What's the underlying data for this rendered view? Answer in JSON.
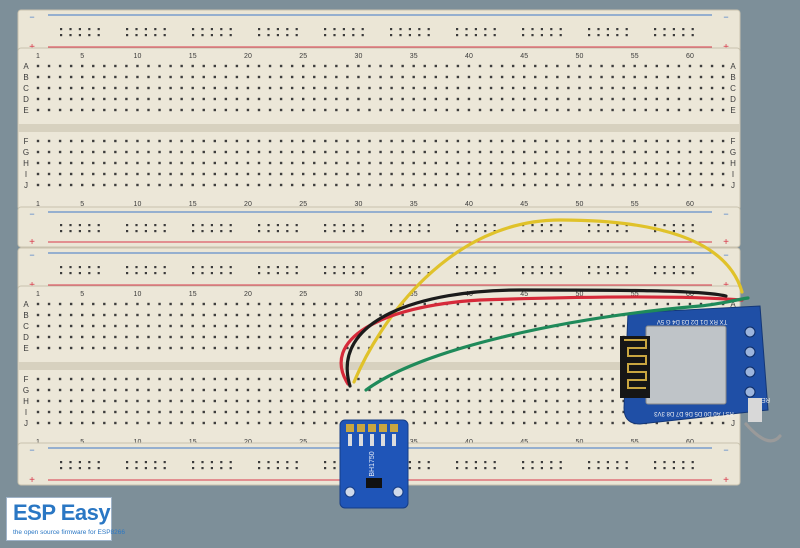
{
  "breadboard": {
    "column_numbers": [
      "1",
      "5",
      "10",
      "15",
      "20",
      "25",
      "30",
      "35",
      "40",
      "45",
      "50",
      "55",
      "60"
    ],
    "rows_top": [
      "A",
      "B",
      "C",
      "D",
      "E"
    ],
    "rows_bottom": [
      "F",
      "G",
      "H",
      "I",
      "J"
    ],
    "rail_minus": "−",
    "rail_plus": "+",
    "rail_blue": "#3f78c8",
    "rail_red": "#d8384a"
  },
  "sensor": {
    "label": "BH1750"
  },
  "module": {
    "pin_labels_top": "TX RX D1 D2 D3 D4 G 5V",
    "pin_labels_bottom": "RST A0 D0 D5 D6 D7 D8 3V3",
    "side_label": "RESET",
    "board_color": "#1f4fa6"
  },
  "wires": {
    "yellow": "#e0c22a",
    "red": "#d62a3a",
    "black": "#1b1b1b",
    "green": "#1f8a5a"
  },
  "logo": {
    "title": "ESP Easy",
    "subtitle": "the open source firmware for ESP8266"
  }
}
